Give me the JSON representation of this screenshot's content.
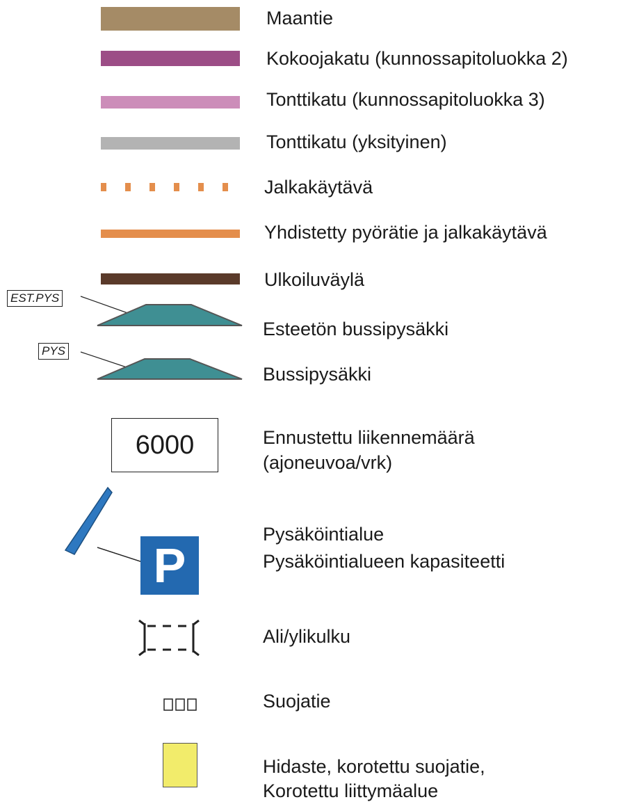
{
  "legend": {
    "items": [
      {
        "label": "Maantie",
        "color": "#a58b66"
      },
      {
        "label": "Kokoojakatu (kunnossapitoluokka 2)",
        "color": "#9c4d86"
      },
      {
        "label": "Tonttikatu (kunnossapitoluokka 3)",
        "color": "#cc8db9"
      },
      {
        "label": "Tonttikatu (yksityinen)",
        "color": "#b3b3b3"
      },
      {
        "label": "Jalkakäytävä",
        "color": "#e48e4c"
      },
      {
        "label": "Yhdistetty pyörätie ja jalkakäytävä",
        "color": "#e48e4c"
      },
      {
        "label": "Ulkoiluväylä",
        "color": "#5a3a2a"
      },
      {
        "label": "Esteetön bussipysäkki",
        "tag": "EST.PYS",
        "color": "#3f8f93"
      },
      {
        "label": "Bussipysäkki",
        "tag": "PYS",
        "color": "#3f8f93"
      },
      {
        "label_line1": "Ennustettu liikennemäärä",
        "label_line2": "(ajoneuvoa/vrk)",
        "value": "6000"
      },
      {
        "label_line1": "Pysäköintialue",
        "label_line2": "Pysäköintialueen kapasiteetti",
        "sign": "P",
        "color": "#2369b0"
      },
      {
        "label": "Ali/ylikulku"
      },
      {
        "label": "Suojatie"
      },
      {
        "label_line1": "Hidaste, korotettu suojatie,",
        "label_line2": "Korotettu liittymäalue",
        "color": "#f2ec6b"
      }
    ]
  }
}
